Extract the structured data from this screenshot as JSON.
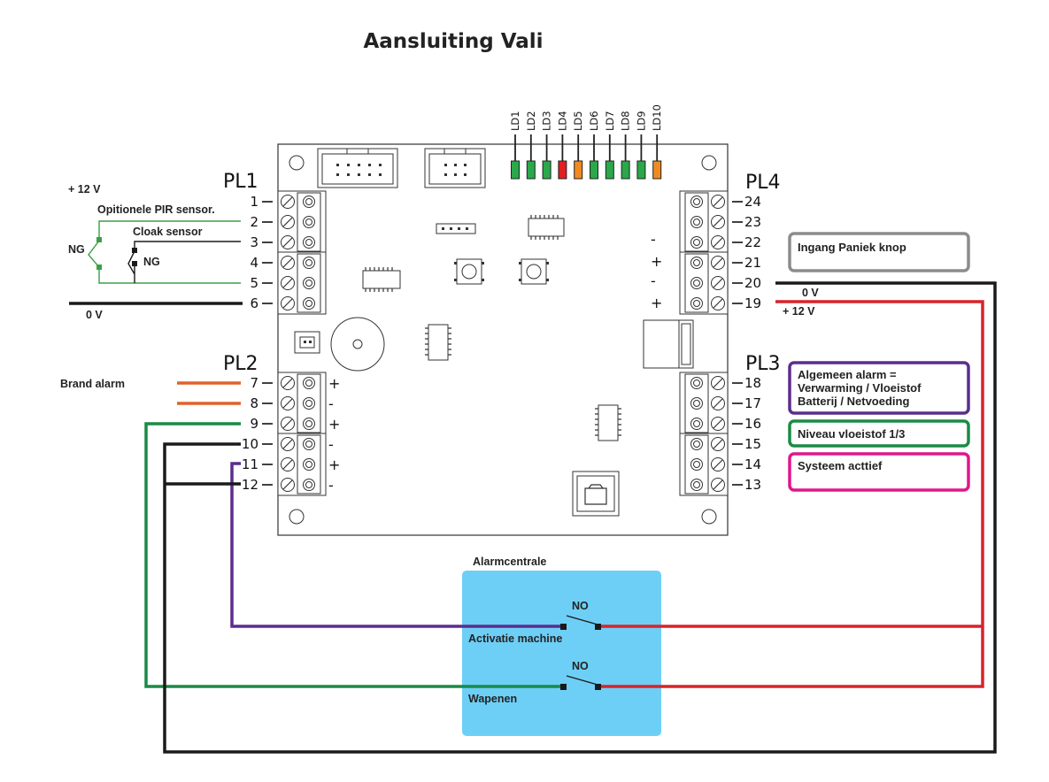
{
  "title": "Aansluiting Vali",
  "connectors": {
    "pl1": "PL1",
    "pl2": "PL2",
    "pl3": "PL3",
    "pl4": "PL4"
  },
  "left_pins": [
    "1",
    "2",
    "3",
    "4",
    "5",
    "6",
    "7",
    "8",
    "9",
    "10",
    "11",
    "12"
  ],
  "right_pins": [
    "24",
    "23",
    "22",
    "21",
    "20",
    "19",
    "18",
    "17",
    "16",
    "15",
    "14",
    "13"
  ],
  "leds": [
    "LD1",
    "LD2",
    "LD3",
    "LD4",
    "LD5",
    "LD6",
    "LD7",
    "LD8",
    "LD9",
    "LD10"
  ],
  "led_colors": [
    "#2aa84a",
    "#2aa84a",
    "#2aa84a",
    "#e02020",
    "#f08a20",
    "#2aa84a",
    "#2aa84a",
    "#2aa84a",
    "#2aa84a",
    "#f08a20"
  ],
  "polarity": {
    "pl2": [
      "+",
      "-",
      "+",
      "-",
      "+",
      "-"
    ],
    "pl4": [
      "-",
      "+",
      "-",
      "+"
    ]
  },
  "labels": {
    "plus12v_top": "+ 12 V",
    "pir_sensor": "Opitionele PIR sensor.",
    "ng_left": "NG",
    "cloak_sensor": "Cloak sensor",
    "ng_inner": "NG",
    "zero_v_left": "0 V",
    "brand_alarm": "Brand alarm",
    "zero_v_right": "0 V",
    "plus12v_right": "+ 12 V"
  },
  "boxes": {
    "panic": "Ingang Paniek knop",
    "general_alarm": [
      "Algemeen alarm =",
      "Verwarming / Vloeistof",
      "Batterij / Netvoeding"
    ],
    "level": "Niveau vloeistof 1/3",
    "system": "Systeem acttief"
  },
  "alarm_panel": {
    "title": "Alarmcentrale",
    "switch_top_state": "NO",
    "switch_top_label": "Activatie machine",
    "switch_bottom_state": "NO",
    "switch_bottom_label": "Wapenen"
  },
  "colors": {
    "orange": "#e0622a",
    "green": "#1a8a45",
    "purple": "#5b2d8e",
    "red": "#d8232a",
    "black": "#1a1a1a",
    "gray": "#8c8c8c",
    "magenta": "#e0168c",
    "panel_blue": "#6dcff6",
    "thin_green": "#3aa045"
  }
}
